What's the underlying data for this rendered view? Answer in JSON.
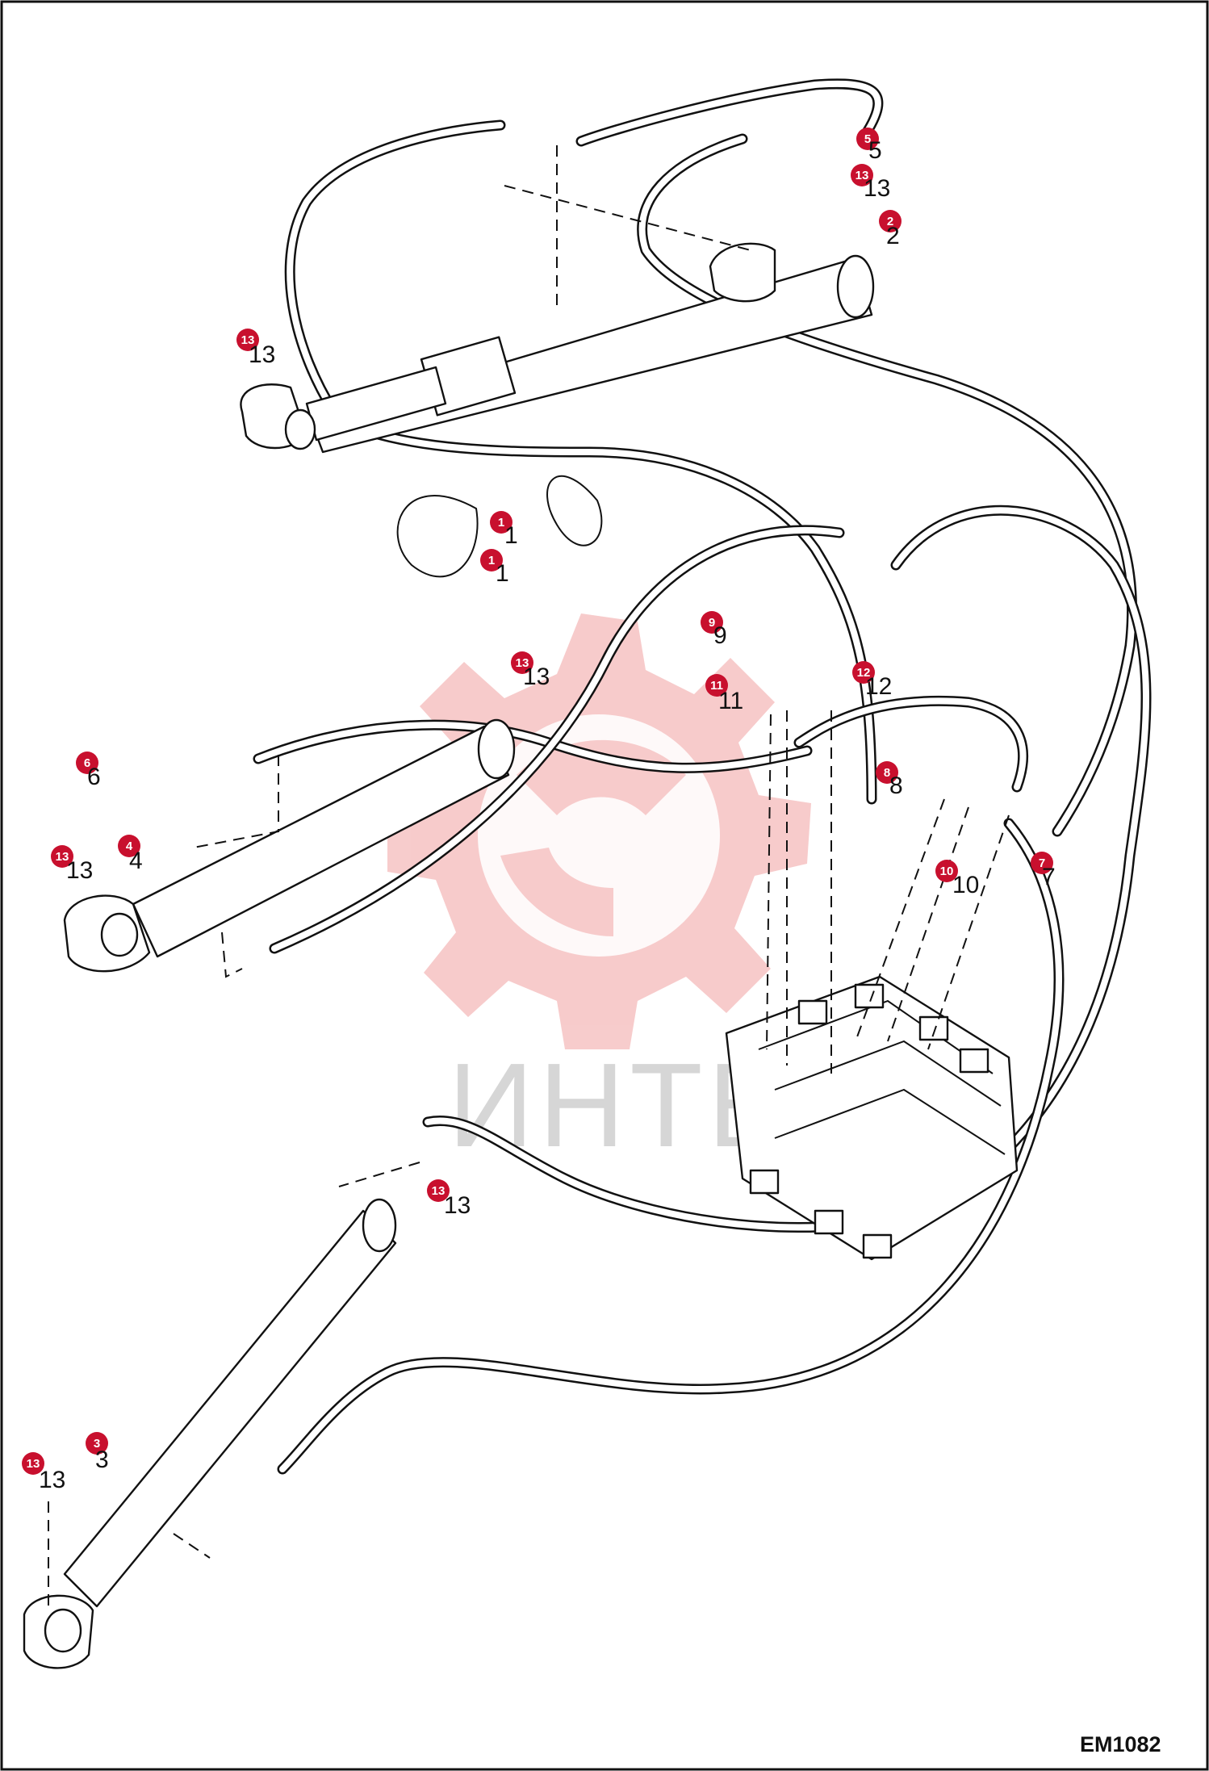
{
  "diagram_id": "EM1082",
  "watermark": {
    "text": "ИНТЕХ",
    "color": "#f4a9a9"
  },
  "colors": {
    "badge": "#c8102e",
    "line": "#111111"
  },
  "callouts": [
    {
      "id": "5",
      "label": "5",
      "text": "5"
    },
    {
      "id": "13a",
      "label": "13",
      "text": "13"
    },
    {
      "id": "2",
      "label": "2",
      "text": "2"
    },
    {
      "id": "13b",
      "label": "13",
      "text": "13"
    },
    {
      "id": "1a",
      "label": "1",
      "text": "1"
    },
    {
      "id": "1b",
      "label": "1",
      "text": "1"
    },
    {
      "id": "9",
      "label": "9",
      "text": "9"
    },
    {
      "id": "13c",
      "label": "13",
      "text": "13"
    },
    {
      "id": "11",
      "label": "11",
      "text": "11"
    },
    {
      "id": "12",
      "label": "12",
      "text": "12"
    },
    {
      "id": "6",
      "label": "6",
      "text": "6"
    },
    {
      "id": "8",
      "label": "8",
      "text": "8"
    },
    {
      "id": "4",
      "label": "4",
      "text": "4"
    },
    {
      "id": "13d",
      "label": "13",
      "text": "13"
    },
    {
      "id": "10",
      "label": "10",
      "text": "10"
    },
    {
      "id": "7",
      "label": "7",
      "text": "7"
    },
    {
      "id": "13e",
      "label": "13",
      "text": "13"
    },
    {
      "id": "3",
      "label": "3",
      "text": "3"
    },
    {
      "id": "13f",
      "label": "13",
      "text": "13"
    }
  ]
}
